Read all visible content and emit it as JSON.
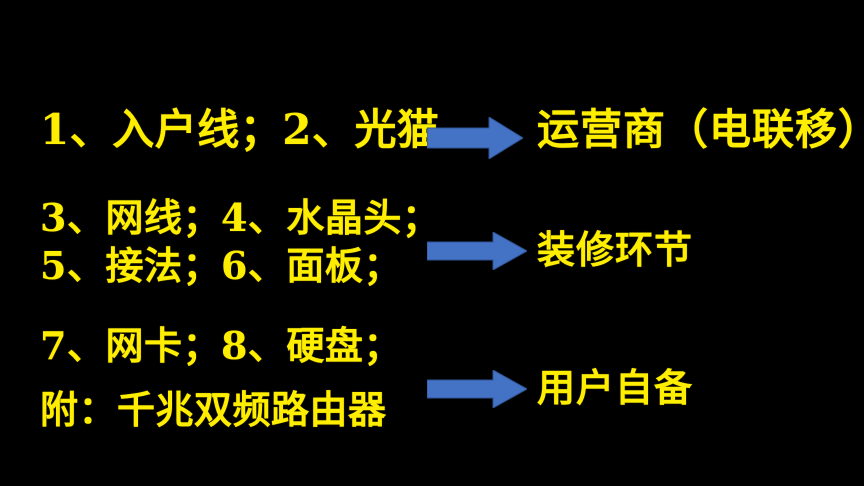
{
  "slide": {
    "background_color": "#000000",
    "text_color": "#ffee00",
    "arrow_color": "#4472c4",
    "arrow_stroke_color": "#2f5597"
  },
  "blocks": [
    {
      "id": "block1",
      "left_lines": [
        "1、入户线；2、光猫"
      ],
      "arrow_icon": "right-arrow-icon",
      "right_label": "运营商（电联移）"
    },
    {
      "id": "block2",
      "left_lines": [
        "3、网线；4、水晶头；",
        "5、接法；6、面板；"
      ],
      "arrow_icon": "right-arrow-icon",
      "right_label": "装修环节"
    },
    {
      "id": "block3",
      "left_lines": [
        "7、网卡；8、硬盘；",
        "附：千兆双频路由器"
      ],
      "arrow_icon": "right-arrow-icon",
      "right_label": "用户自备"
    }
  ]
}
